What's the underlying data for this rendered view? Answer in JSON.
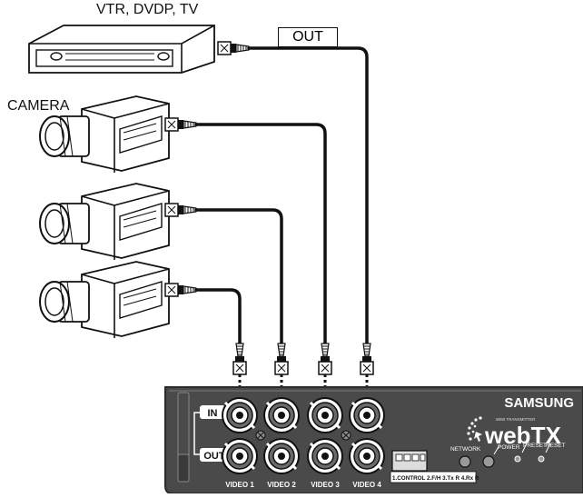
{
  "labels": {
    "source_device": "VTR, DVDP, TV",
    "out": "OUT",
    "camera": "CAMERA"
  },
  "device": {
    "brand": "SAMSUNG",
    "product_small": "WEB TRANSMITTER",
    "product": "webTX",
    "in_label": "IN",
    "out_label": "OUT",
    "video_labels": [
      "VIDEO 1",
      "VIDEO 2",
      "VIDEO 3",
      "VIDEO 4"
    ],
    "network": "NETWORK",
    "power": "POWER",
    "preset": "PRESET",
    "reset": "RESET",
    "terminal": "1.CONTROL 2.F/H 3.Tx R 4.Rx R"
  },
  "colors": {
    "panel": "#4a4a4a",
    "panel_edge": "#2a2a2a",
    "line": "#111111",
    "white": "#ffffff"
  }
}
